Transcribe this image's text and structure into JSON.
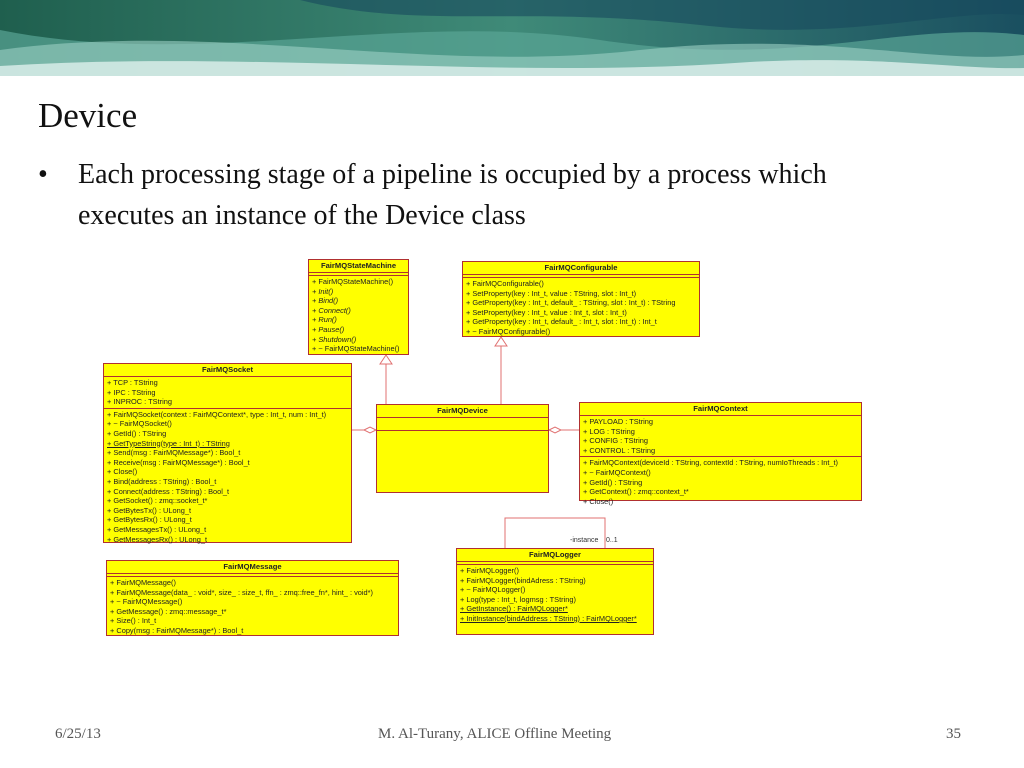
{
  "slide": {
    "title": "Device",
    "bullet_marker": "•",
    "bullet_text": "Each processing stage of a pipeline is occupied by a process which executes an instance of the Device class",
    "footer_date": "6/25/13",
    "footer_center": "M. Al-Turany,  ALICE Offline Meeting",
    "footer_page": "35"
  },
  "diagram": {
    "state_machine": {
      "name": "FairMQStateMachine",
      "attributes": [],
      "operations": [
        {
          "text": "+ FairMQStateMachine()",
          "italic": false
        },
        {
          "text": "+ Init()",
          "italic": true
        },
        {
          "text": "+ Bind()",
          "italic": true
        },
        {
          "text": "+ Connect()",
          "italic": true
        },
        {
          "text": "+ Run()",
          "italic": true
        },
        {
          "text": "+ Pause()",
          "italic": true
        },
        {
          "text": "+ Shutdown()",
          "italic": true
        },
        {
          "text": "+ ~ FairMQStateMachine()",
          "italic": false
        }
      ]
    },
    "configurable": {
      "name": "FairMQConfigurable",
      "operations": [
        "+ FairMQConfigurable()",
        "+ SetProperty(key : Int_t, value : TString, slot : Int_t)",
        "+ GetProperty(key : Int_t, default_ : TString, slot : Int_t) : TString",
        "+ SetProperty(key : Int_t, value : Int_t, slot : Int_t)",
        "+ GetProperty(key : Int_t, default_ : Int_t, slot : Int_t) : Int_t",
        "+ ~ FairMQConfigurable()"
      ]
    },
    "socket": {
      "name": "FairMQSocket",
      "attributes": [
        "+ TCP : TString",
        "+ IPC : TString",
        "+ INPROC : TString"
      ],
      "operations": [
        {
          "text": "+ FairMQSocket(context : FairMQContext*, type : Int_t, num : Int_t)",
          "underline": false
        },
        {
          "text": "+ ~ FairMQSocket()",
          "underline": false
        },
        {
          "text": "+ GetId() : TString",
          "underline": false
        },
        {
          "text": "+ GetTypeString(type : Int_t) : TString",
          "underline": true
        },
        {
          "text": "+ Send(msg : FairMQMessage*) : Bool_t",
          "underline": false
        },
        {
          "text": "+ Receive(msg : FairMQMessage*) : Bool_t",
          "underline": false
        },
        {
          "text": "+ Close()",
          "underline": false
        },
        {
          "text": "+ Bind(address : TString) : Bool_t",
          "underline": false
        },
        {
          "text": "+ Connect(address : TString) : Bool_t",
          "underline": false
        },
        {
          "text": "+ GetSocket() : zmq::socket_t*",
          "underline": false
        },
        {
          "text": "+ GetBytesTx() : ULong_t",
          "underline": false
        },
        {
          "text": "+ GetBytesRx() : ULong_t",
          "underline": false
        },
        {
          "text": "+ GetMessagesTx() : ULong_t",
          "underline": false
        },
        {
          "text": "+ GetMessagesRx() : ULong_t",
          "underline": false
        }
      ]
    },
    "device": {
      "name": "FairMQDevice"
    },
    "context": {
      "name": "FairMQContext",
      "attributes": [
        "+ PAYLOAD : TString",
        "+ LOG : TString",
        "+ CONFIG : TString",
        "+ CONTROL : TString"
      ],
      "operations": [
        "+ FairMQContext(deviceId : TString, contextId : TString, numIoThreads : Int_t)",
        "+ ~ FairMQContext()",
        "+ GetId() : TString",
        "+ GetContext() : zmq::context_t*",
        "+ Close()"
      ]
    },
    "message": {
      "name": "FairMQMessage",
      "operations": [
        "+ FairMQMessage()",
        "+ FairMQMessage(data_ : void*, size_ : size_t, ffn_ : zmq::free_fn*, hint_ : void*)",
        "+ ~ FairMQMessage()",
        "+ GetMessage() : zmq::message_t*",
        "+ Size() : Int_t",
        "+ Copy(msg : FairMQMessage*) : Bool_t"
      ]
    },
    "logger": {
      "name": "FairMQLogger",
      "self_assoc_label": "-instance",
      "self_assoc_mult": "0..1",
      "operations": [
        {
          "text": "+ FairMQLogger()",
          "underline": false
        },
        {
          "text": "+ FairMQLogger(bindAdress : TString)",
          "underline": false
        },
        {
          "text": "+ ~ FairMQLogger()",
          "underline": false
        },
        {
          "text": "+ Log(type : Int_t, logmsg : TString)",
          "underline": false
        },
        {
          "text": "+ GetInstance() : FairMQLogger*",
          "underline": true
        },
        {
          "text": "+ InitInstance(bindAddress : TString) : FairMQLogger*",
          "underline": true
        }
      ]
    },
    "colors": {
      "class_fill": "#ffff00",
      "class_border": "#b03030",
      "connector": "#e07070"
    }
  }
}
